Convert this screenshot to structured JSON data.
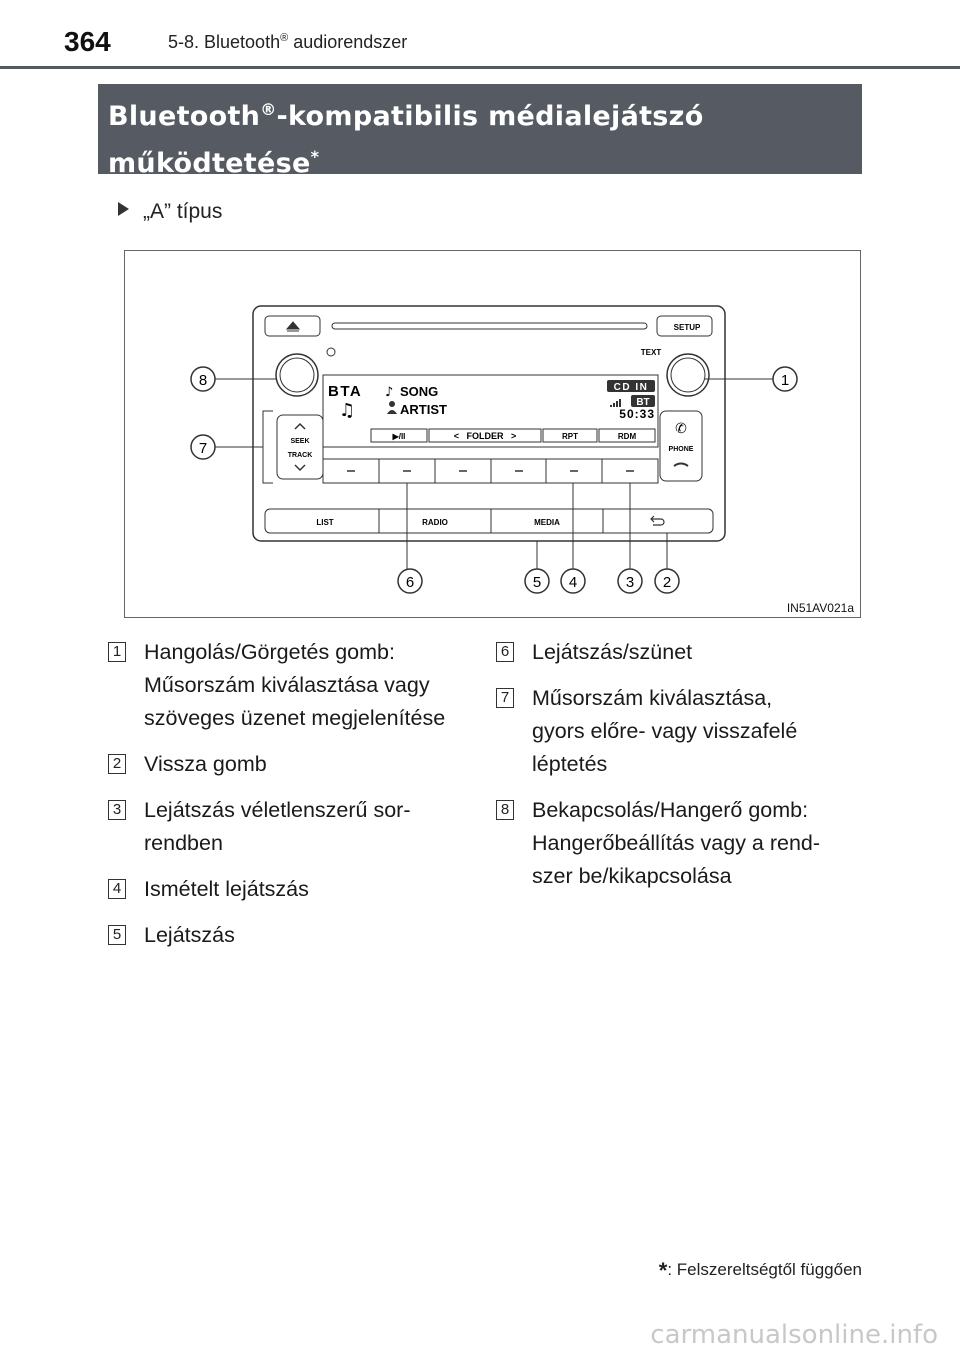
{
  "header": {
    "page_number": "364",
    "section_prefix": "5-8. Bluetooth",
    "section_sup": "®",
    "section_suffix": " audiorendszer"
  },
  "title": {
    "part1": "Bluetooth",
    "sup1": "®",
    "part2": "-kompatibilis médialejátszó",
    "part3": "működtetése",
    "sup2": "*"
  },
  "subsection": "„A” típus",
  "figure": {
    "code": "IN51AV021a",
    "display": {
      "source": "BTA",
      "song": "SONG",
      "artist": "ARTIST",
      "badge_cd": "CD IN",
      "badge_bt": "BT",
      "time": "50:33",
      "softkeys": [
        "▶/II",
        "<   FOLDER   >",
        "RPT",
        "RDM"
      ]
    },
    "buttons": {
      "setup": "SETUP",
      "text": "TEXT",
      "seek": "SEEK",
      "track": "TRACK",
      "phone": "PHONE",
      "list": "LIST",
      "radio": "RADIO",
      "media": "MEDIA"
    },
    "callouts": [
      "1",
      "2",
      "3",
      "4",
      "5",
      "6",
      "7",
      "8"
    ]
  },
  "legend": [
    {
      "num": "1",
      "lines": [
        "Hangolás/Görgetés gomb:",
        "Műsorszám kiválasztása vagy",
        "szöveges üzenet megjelenítése"
      ]
    },
    {
      "num": "2",
      "lines": [
        "Vissza gomb"
      ]
    },
    {
      "num": "3",
      "lines": [
        "Lejátszás véletlenszerű sor-",
        "rendben"
      ]
    },
    {
      "num": "4",
      "lines": [
        "Ismételt lejátszás"
      ]
    },
    {
      "num": "5",
      "lines": [
        "Lejátszás"
      ]
    },
    {
      "num": "6",
      "lines": [
        "Lejátszás/szünet"
      ]
    },
    {
      "num": "7",
      "lines": [
        "Műsorszám kiválasztása,",
        "gyors előre- vagy visszafelé",
        "léptetés"
      ]
    },
    {
      "num": "8",
      "lines": [
        "Bekapcsolás/Hangerő gomb:",
        "Hangerőbeállítás vagy a rend-",
        "szer be/kikapcsolása"
      ]
    }
  ],
  "footnote": {
    "symbol": "*",
    "text": ": Felszereltségtől függően"
  },
  "watermark": "carmanualsonline.info"
}
